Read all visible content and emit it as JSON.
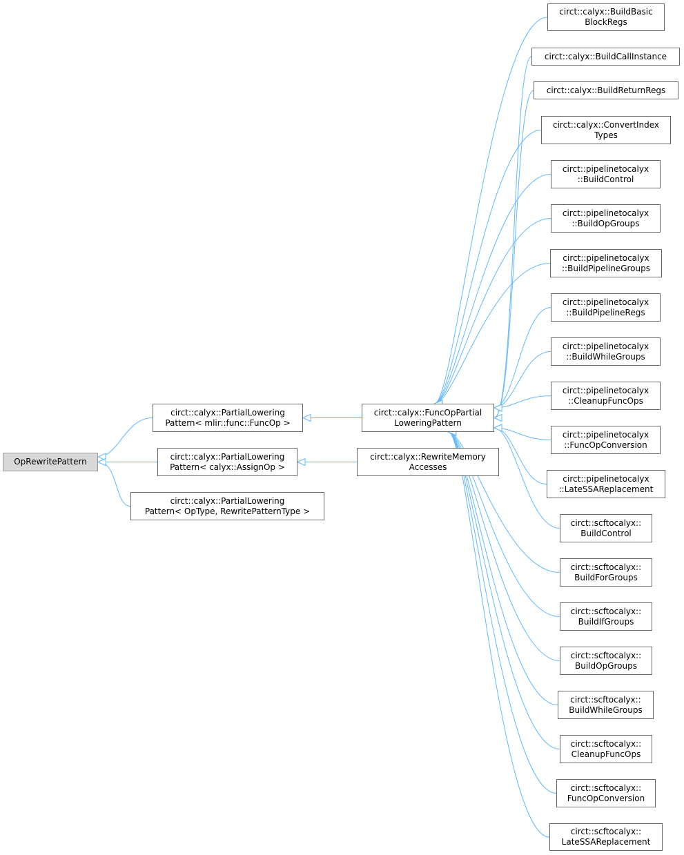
{
  "colors": {
    "edge": "#63b8ff",
    "border": "#666666",
    "root_fill": "#d9d9d9"
  },
  "nodes": {
    "op_rewrite_pattern": [
      "OpRewritePattern"
    ],
    "plp_funcop": [
      "circt::calyx::PartialLowering",
      "Pattern< mlir::func::FuncOp >"
    ],
    "plp_assignop": [
      "circt::calyx::PartialLowering",
      "Pattern< calyx::AssignOp >"
    ],
    "plp_optype": [
      "circt::calyx::PartialLowering",
      "Pattern< OpType, RewritePatternType >"
    ],
    "func_op_partial": [
      "circt::calyx::FuncOpPartial",
      "LoweringPattern"
    ],
    "rewrite_memory": [
      "circt::calyx::RewriteMemory",
      "Accesses"
    ],
    "build_basic_block_regs": [
      "circt::calyx::BuildBasic",
      "BlockRegs"
    ],
    "build_call_instance": [
      "circt::calyx::BuildCallInstance"
    ],
    "build_return_regs": [
      "circt::calyx::BuildReturnRegs"
    ],
    "convert_index_types": [
      "circt::calyx::ConvertIndex",
      "Types"
    ],
    "p_build_control": [
      "circt::pipelinetocalyx",
      "::BuildControl"
    ],
    "p_build_op_groups": [
      "circt::pipelinetocalyx",
      "::BuildOpGroups"
    ],
    "p_build_pipeline_groups": [
      "circt::pipelinetocalyx",
      "::BuildPipelineGroups"
    ],
    "p_build_pipeline_regs": [
      "circt::pipelinetocalyx",
      "::BuildPipelineRegs"
    ],
    "p_build_while_groups": [
      "circt::pipelinetocalyx",
      "::BuildWhileGroups"
    ],
    "p_cleanup_func_ops": [
      "circt::pipelinetocalyx",
      "::CleanupFuncOps"
    ],
    "p_func_op_conversion": [
      "circt::pipelinetocalyx",
      "::FuncOpConversion"
    ],
    "p_late_ssa_replacement": [
      "circt::pipelinetocalyx",
      "::LateSSAReplacement"
    ],
    "s_build_control": [
      "circt::scftocalyx::",
      "BuildControl"
    ],
    "s_build_for_groups": [
      "circt::scftocalyx::",
      "BuildForGroups"
    ],
    "s_build_if_groups": [
      "circt::scftocalyx::",
      "BuildIfGroups"
    ],
    "s_build_op_groups": [
      "circt::scftocalyx::",
      "BuildOpGroups"
    ],
    "s_build_while_groups": [
      "circt::scftocalyx::",
      "BuildWhileGroups"
    ],
    "s_cleanup_func_ops": [
      "circt::scftocalyx::",
      "CleanupFuncOps"
    ],
    "s_func_op_conversion": [
      "circt::scftocalyx::",
      "FuncOpConversion"
    ],
    "s_late_ssa_replacement": [
      "circt::scftocalyx::",
      "LateSSAReplacement"
    ]
  },
  "edges": [
    [
      "plp_funcop",
      "op_rewrite_pattern"
    ],
    [
      "plp_assignop",
      "op_rewrite_pattern"
    ],
    [
      "plp_optype",
      "op_rewrite_pattern"
    ],
    [
      "func_op_partial",
      "plp_funcop"
    ],
    [
      "rewrite_memory",
      "plp_assignop"
    ],
    [
      "build_basic_block_regs",
      "func_op_partial"
    ],
    [
      "build_call_instance",
      "func_op_partial"
    ],
    [
      "build_return_regs",
      "func_op_partial"
    ],
    [
      "convert_index_types",
      "func_op_partial"
    ],
    [
      "p_build_control",
      "func_op_partial"
    ],
    [
      "p_build_op_groups",
      "func_op_partial"
    ],
    [
      "p_build_pipeline_groups",
      "func_op_partial"
    ],
    [
      "p_build_pipeline_regs",
      "func_op_partial"
    ],
    [
      "p_build_while_groups",
      "func_op_partial"
    ],
    [
      "p_cleanup_func_ops",
      "func_op_partial"
    ],
    [
      "p_func_op_conversion",
      "func_op_partial"
    ],
    [
      "p_late_ssa_replacement",
      "func_op_partial"
    ],
    [
      "s_build_control",
      "func_op_partial"
    ],
    [
      "s_build_for_groups",
      "func_op_partial"
    ],
    [
      "s_build_if_groups",
      "func_op_partial"
    ],
    [
      "s_build_op_groups",
      "func_op_partial"
    ],
    [
      "s_build_while_groups",
      "func_op_partial"
    ],
    [
      "s_cleanup_func_ops",
      "func_op_partial"
    ],
    [
      "s_func_op_conversion",
      "func_op_partial"
    ],
    [
      "s_late_ssa_replacement",
      "func_op_partial"
    ]
  ]
}
